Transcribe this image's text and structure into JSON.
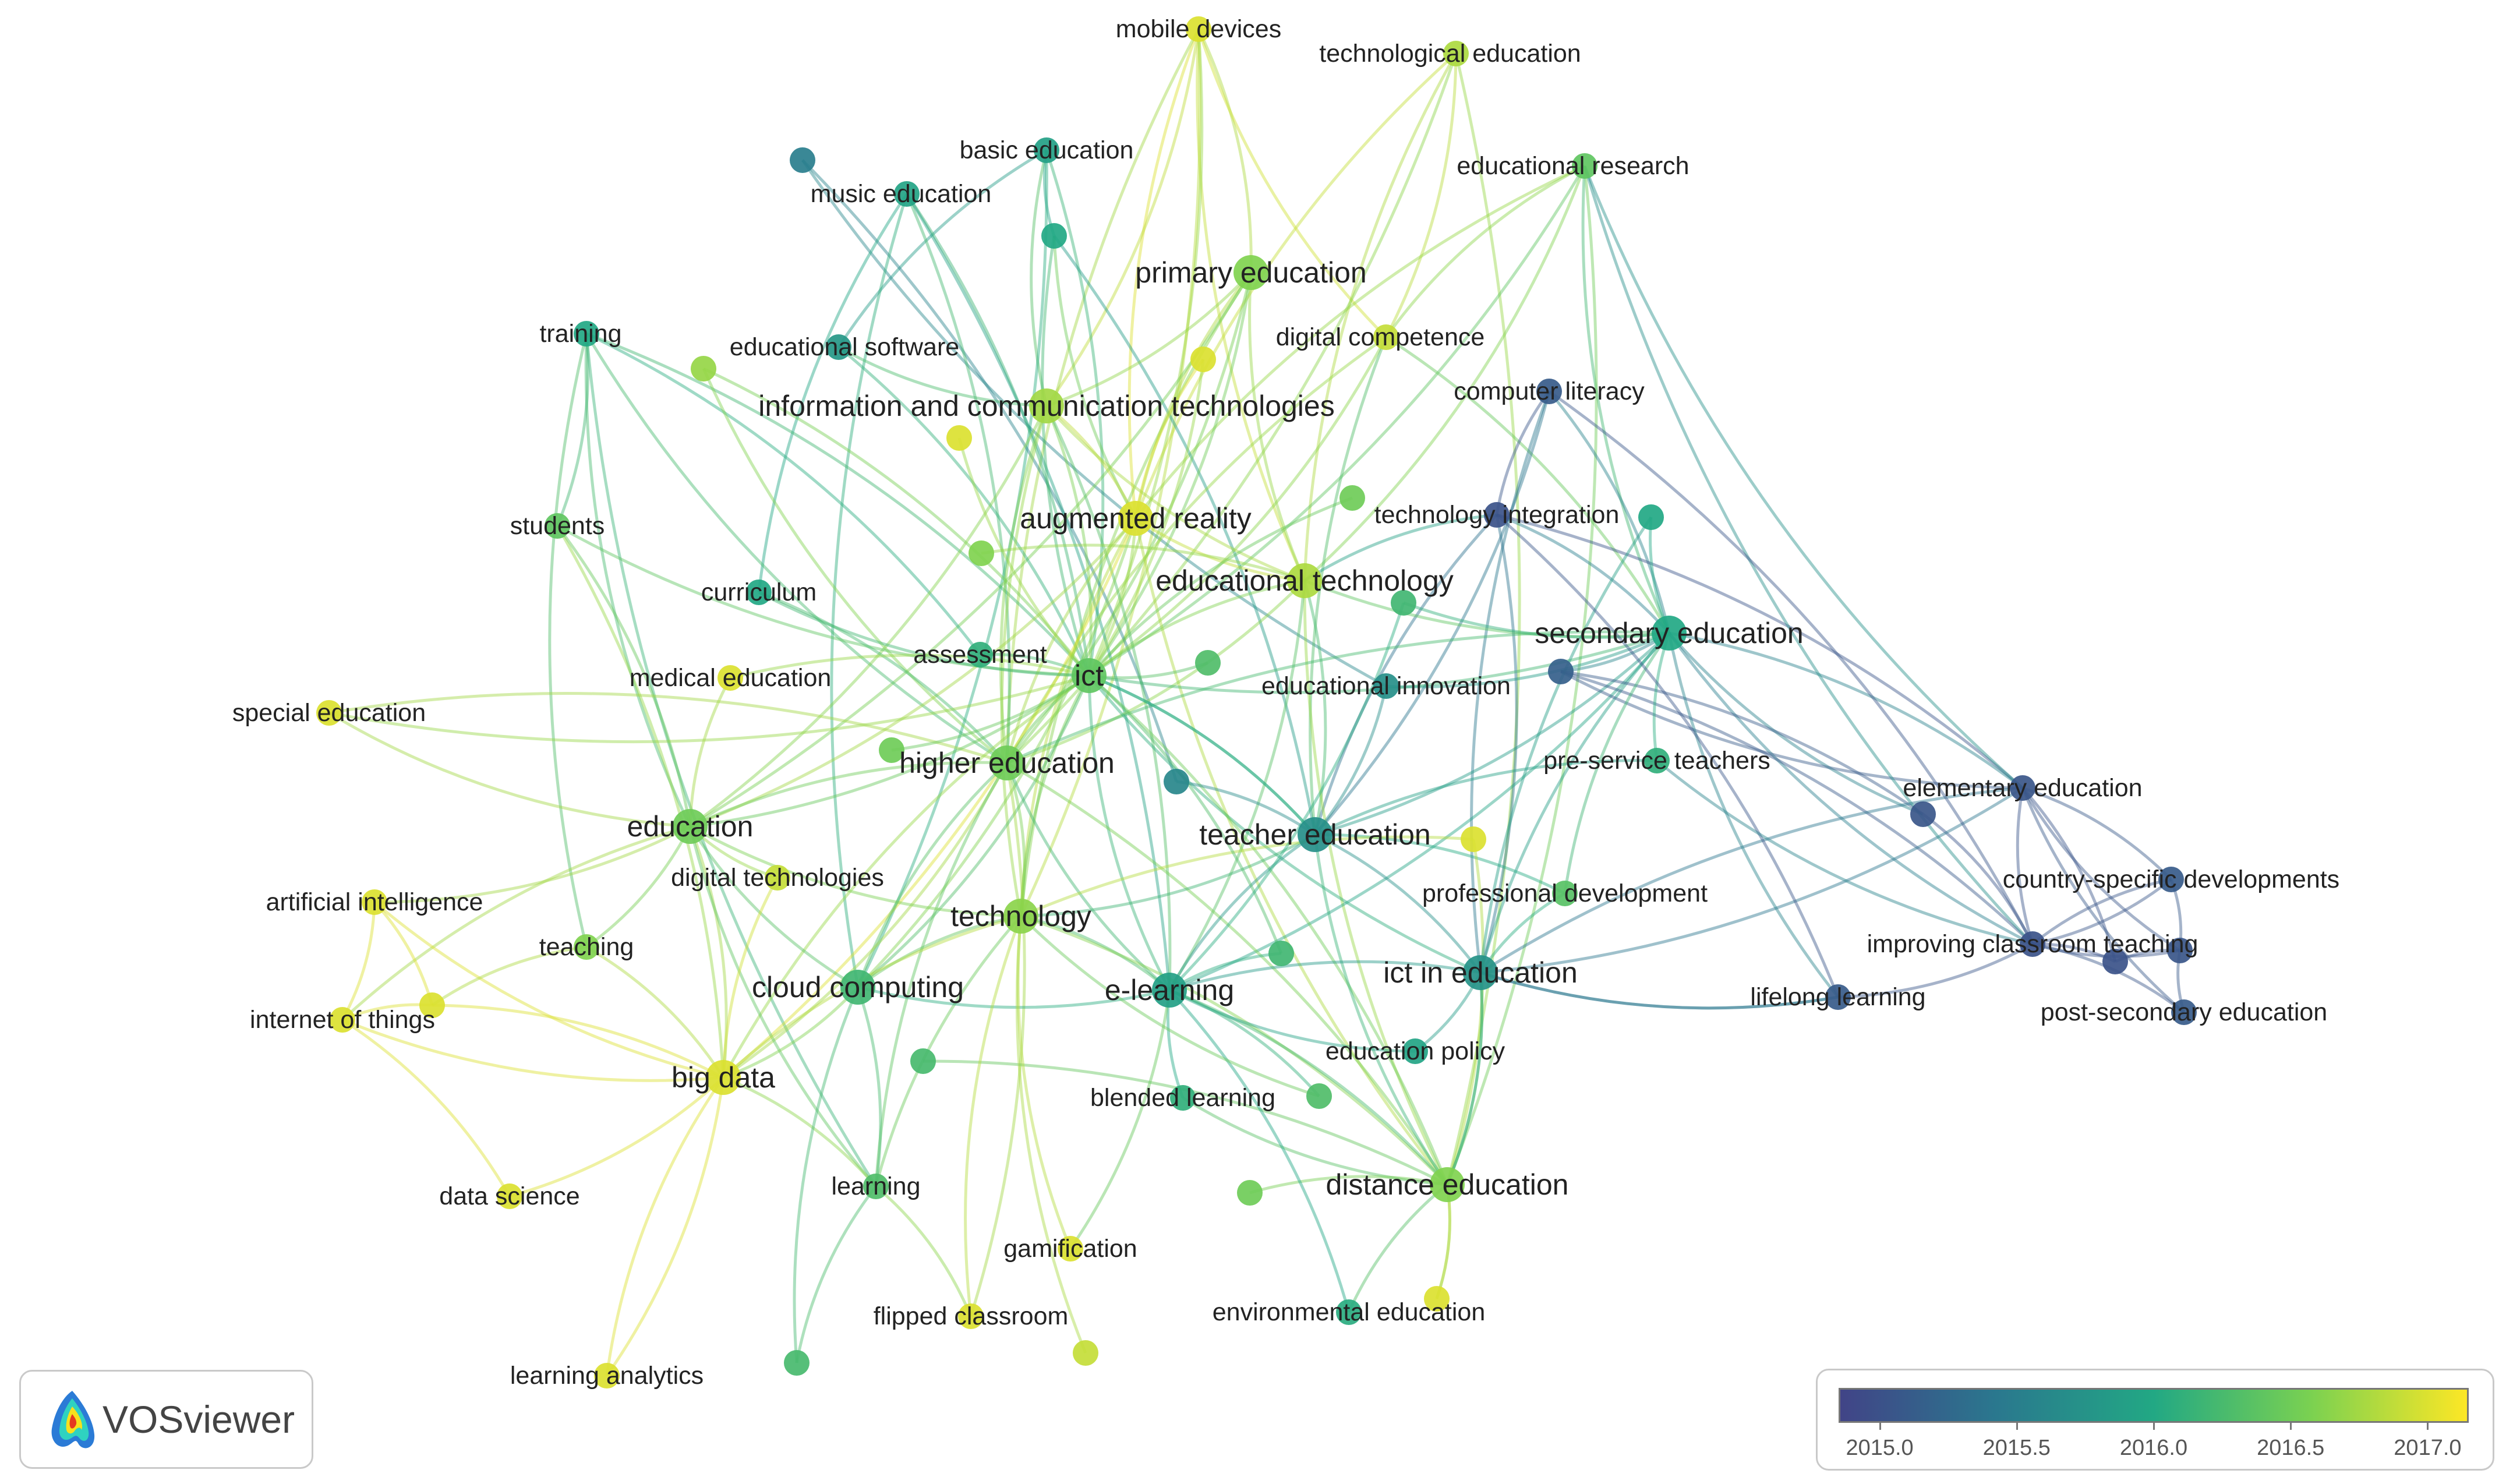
{
  "app": {
    "name": "VOSviewer"
  },
  "colors": {
    "purple": "#6b5fb5",
    "blue": "#3f7fa8",
    "teal": "#2a9d92",
    "green": "#5ec962",
    "lime": "#b5de2b",
    "yellow": "#fde725",
    "label": "#222222"
  },
  "legend": {
    "ticks": [
      "2015.0",
      "2015.5",
      "2016.0",
      "2016.5",
      "2017.0"
    ],
    "min": 2014.85,
    "max": 2017.15
  },
  "nodes": [
    {
      "label": "mobile devices",
      "year": 2017.0,
      "size": "s"
    },
    {
      "label": "technological education",
      "year": 2016.8,
      "size": "s"
    },
    {
      "label": "basic education",
      "year": 2015.9,
      "size": "s"
    },
    {
      "label": "",
      "year": 2015.5,
      "size": "s"
    },
    {
      "label": "music education",
      "year": 2015.95,
      "size": "s"
    },
    {
      "label": "educational research",
      "year": 2016.4,
      "size": "s"
    },
    {
      "label": "",
      "year": 2016.0,
      "size": "s"
    },
    {
      "label": "primary education",
      "year": 2016.6,
      "size": "m"
    },
    {
      "label": "training",
      "year": 2016.0,
      "size": "s"
    },
    {
      "label": "educational software",
      "year": 2015.8,
      "size": "s"
    },
    {
      "label": "",
      "year": 2016.7,
      "size": "s"
    },
    {
      "label": "",
      "year": 2017.0,
      "size": "s"
    },
    {
      "label": "digital competence",
      "year": 2016.9,
      "size": "s"
    },
    {
      "label": "computer literacy",
      "year": 2015.1,
      "size": "s"
    },
    {
      "label": "information and communication technologies",
      "year": 2016.75,
      "size": "m"
    },
    {
      "label": "",
      "year": 2017.0,
      "size": "s"
    },
    {
      "label": "students",
      "year": 2016.4,
      "size": "s"
    },
    {
      "label": "augmented reality",
      "year": 2017.0,
      "size": "m"
    },
    {
      "label": "",
      "year": 2016.5,
      "size": "s"
    },
    {
      "label": "technology integration",
      "year": 2015.0,
      "size": "s"
    },
    {
      "label": "",
      "year": 2016.0,
      "size": "s"
    },
    {
      "label": "",
      "year": 2016.6,
      "size": "s"
    },
    {
      "label": "curriculum",
      "year": 2016.0,
      "size": "s"
    },
    {
      "label": "educational technology",
      "year": 2016.8,
      "size": "m"
    },
    {
      "label": "",
      "year": 2016.2,
      "size": "s"
    },
    {
      "label": "secondary education",
      "year": 2016.0,
      "size": "m"
    },
    {
      "label": "special education",
      "year": 2017.0,
      "size": "s"
    },
    {
      "label": "medical education",
      "year": 2017.0,
      "size": "s"
    },
    {
      "label": "assessment",
      "year": 2016.1,
      "size": "s"
    },
    {
      "label": "ict",
      "year": 2016.4,
      "size": "m"
    },
    {
      "label": "",
      "year": 2016.3,
      "size": "s"
    },
    {
      "label": "educational innovation",
      "year": 2015.7,
      "size": "s"
    },
    {
      "label": "",
      "year": 2015.15,
      "size": "s"
    },
    {
      "label": "pre-service teachers",
      "year": 2016.1,
      "size": "s"
    },
    {
      "label": "higher education",
      "year": 2016.5,
      "size": "m"
    },
    {
      "label": "",
      "year": 2016.5,
      "size": "s"
    },
    {
      "label": "",
      "year": 2015.6,
      "size": "s"
    },
    {
      "label": "elementary education",
      "year": 2015.05,
      "size": "s"
    },
    {
      "label": "",
      "year": 2015.05,
      "size": "s"
    },
    {
      "label": "education",
      "year": 2016.5,
      "size": "m"
    },
    {
      "label": "teacher education",
      "year": 2015.7,
      "size": "m"
    },
    {
      "label": "",
      "year": 2017.0,
      "size": "s"
    },
    {
      "label": "digital technologies",
      "year": 2016.9,
      "size": "s"
    },
    {
      "label": "artificial intelligence",
      "year": 2017.0,
      "size": "s"
    },
    {
      "label": "professional development",
      "year": 2016.35,
      "size": "s"
    },
    {
      "label": "country-specific developments",
      "year": 2015.1,
      "size": "s"
    },
    {
      "label": "technology",
      "year": 2016.65,
      "size": "m"
    },
    {
      "label": "teaching",
      "year": 2016.6,
      "size": "s"
    },
    {
      "label": "improving classroom teaching",
      "year": 2015.0,
      "size": "s"
    },
    {
      "label": "",
      "year": 2015.0,
      "size": "s"
    },
    {
      "label": "",
      "year": 2015.05,
      "size": "s"
    },
    {
      "label": "cloud computing",
      "year": 2016.2,
      "size": "m"
    },
    {
      "label": "e-learning",
      "year": 2015.9,
      "size": "m"
    },
    {
      "label": "",
      "year": 2016.2,
      "size": "s"
    },
    {
      "label": "ict in education",
      "year": 2015.75,
      "size": "m"
    },
    {
      "label": "internet of things",
      "year": 2017.0,
      "size": "s"
    },
    {
      "label": "",
      "year": 2017.0,
      "size": "s"
    },
    {
      "label": "lifelong learning",
      "year": 2015.1,
      "size": "s"
    },
    {
      "label": "post-secondary education",
      "year": 2015.1,
      "size": "s"
    },
    {
      "label": "education policy",
      "year": 2015.95,
      "size": "s"
    },
    {
      "label": "",
      "year": 2016.3,
      "size": "s"
    },
    {
      "label": "big data",
      "year": 2017.0,
      "size": "m"
    },
    {
      "label": "blended learning",
      "year": 2016.1,
      "size": "s"
    },
    {
      "label": "",
      "year": 2016.25,
      "size": "s"
    },
    {
      "label": "distance education",
      "year": 2016.6,
      "size": "m"
    },
    {
      "label": "learning",
      "year": 2016.3,
      "size": "s"
    },
    {
      "label": "",
      "year": 2016.5,
      "size": "s"
    },
    {
      "label": "data science",
      "year": 2017.0,
      "size": "s"
    },
    {
      "label": "gamification",
      "year": 2017.0,
      "size": "s"
    },
    {
      "label": "environmental education",
      "year": 2016.05,
      "size": "s"
    },
    {
      "label": "",
      "year": 2017.0,
      "size": "s"
    },
    {
      "label": "flipped classroom",
      "year": 2017.0,
      "size": "s"
    },
    {
      "label": "",
      "year": 2016.9,
      "size": "s"
    },
    {
      "label": "learning analytics",
      "year": 2017.0,
      "size": "s"
    },
    {
      "label": "",
      "year": 2016.25,
      "size": "s"
    }
  ],
  "links": [
    [
      0,
      7
    ],
    [
      0,
      17
    ],
    [
      0,
      14
    ],
    [
      0,
      23
    ],
    [
      0,
      29
    ],
    [
      0,
      34
    ],
    [
      0,
      46
    ],
    [
      0,
      12
    ],
    [
      1,
      12
    ],
    [
      1,
      17
    ],
    [
      1,
      64
    ],
    [
      1,
      23
    ],
    [
      1,
      34
    ],
    [
      2,
      9
    ],
    [
      2,
      29
    ],
    [
      2,
      14
    ],
    [
      2,
      51
    ],
    [
      2,
      6
    ],
    [
      3,
      36
    ],
    [
      3,
      31
    ],
    [
      4,
      29
    ],
    [
      4,
      22
    ],
    [
      4,
      34
    ],
    [
      4,
      51
    ],
    [
      4,
      52
    ],
    [
      5,
      12
    ],
    [
      5,
      23
    ],
    [
      5,
      25
    ],
    [
      5,
      64
    ],
    [
      5,
      17
    ],
    [
      5,
      29
    ],
    [
      6,
      17
    ],
    [
      6,
      40
    ],
    [
      6,
      29
    ],
    [
      7,
      29
    ],
    [
      7,
      17
    ],
    [
      7,
      34
    ],
    [
      7,
      46
    ],
    [
      7,
      14
    ],
    [
      7,
      23
    ],
    [
      7,
      39
    ],
    [
      8,
      39
    ],
    [
      8,
      29
    ],
    [
      8,
      34
    ],
    [
      8,
      16
    ],
    [
      8,
      47
    ],
    [
      8,
      28
    ],
    [
      8,
      65
    ],
    [
      9,
      29
    ],
    [
      9,
      14
    ],
    [
      10,
      29
    ],
    [
      10,
      34
    ],
    [
      11,
      29
    ],
    [
      11,
      17
    ],
    [
      12,
      29
    ],
    [
      12,
      40
    ],
    [
      12,
      25
    ],
    [
      12,
      34
    ],
    [
      13,
      25
    ],
    [
      13,
      19
    ],
    [
      13,
      40
    ],
    [
      13,
      54
    ],
    [
      14,
      29
    ],
    [
      14,
      34
    ],
    [
      14,
      39
    ],
    [
      14,
      46
    ],
    [
      14,
      17
    ],
    [
      14,
      23
    ],
    [
      14,
      52
    ],
    [
      15,
      29
    ],
    [
      16,
      39
    ],
    [
      16,
      29
    ],
    [
      16,
      61
    ],
    [
      17,
      34
    ],
    [
      17,
      29
    ],
    [
      17,
      23
    ],
    [
      17,
      39
    ],
    [
      17,
      46
    ],
    [
      17,
      51
    ],
    [
      17,
      64
    ],
    [
      17,
      61
    ],
    [
      18,
      29
    ],
    [
      19,
      25
    ],
    [
      19,
      40
    ],
    [
      19,
      37
    ],
    [
      19,
      23
    ],
    [
      19,
      54
    ],
    [
      20,
      25
    ],
    [
      21,
      23
    ],
    [
      22,
      29
    ],
    [
      22,
      34
    ],
    [
      23,
      29
    ],
    [
      23,
      34
    ],
    [
      23,
      25
    ],
    [
      23,
      40
    ],
    [
      23,
      64
    ],
    [
      23,
      52
    ],
    [
      24,
      25
    ],
    [
      25,
      40
    ],
    [
      25,
      54
    ],
    [
      25,
      37
    ],
    [
      25,
      48
    ],
    [
      25,
      32
    ],
    [
      25,
      38
    ],
    [
      25,
      29
    ],
    [
      25,
      34
    ],
    [
      25,
      52
    ],
    [
      26,
      39
    ],
    [
      26,
      34
    ],
    [
      26,
      29
    ],
    [
      27,
      29
    ],
    [
      27,
      39
    ],
    [
      28,
      29
    ],
    [
      29,
      34
    ],
    [
      29,
      39
    ],
    [
      29,
      46
    ],
    [
      29,
      51
    ],
    [
      29,
      52
    ],
    [
      29,
      40
    ],
    [
      29,
      54
    ],
    [
      29,
      64
    ],
    [
      29,
      61
    ],
    [
      31,
      40
    ],
    [
      31,
      25
    ],
    [
      32,
      38
    ],
    [
      32,
      37
    ],
    [
      32,
      48
    ],
    [
      33,
      40
    ],
    [
      33,
      25
    ],
    [
      34,
      39
    ],
    [
      34,
      46
    ],
    [
      34,
      51
    ],
    [
      34,
      61
    ],
    [
      34,
      52
    ],
    [
      34,
      64
    ],
    [
      34,
      65
    ],
    [
      34,
      71
    ],
    [
      35,
      29
    ],
    [
      36,
      40
    ],
    [
      37,
      48
    ],
    [
      37,
      45
    ],
    [
      37,
      50
    ],
    [
      37,
      49
    ],
    [
      37,
      58
    ],
    [
      37,
      5
    ],
    [
      37,
      54
    ],
    [
      38,
      48
    ],
    [
      39,
      46
    ],
    [
      39,
      61
    ],
    [
      39,
      51
    ],
    [
      39,
      47
    ],
    [
      39,
      55
    ],
    [
      39,
      43
    ],
    [
      39,
      65
    ],
    [
      40,
      54
    ],
    [
      40,
      52
    ],
    [
      40,
      44
    ],
    [
      40,
      64
    ],
    [
      40,
      46
    ],
    [
      40,
      29
    ],
    [
      41,
      64
    ],
    [
      41,
      46
    ],
    [
      42,
      39
    ],
    [
      42,
      61
    ],
    [
      43,
      55
    ],
    [
      43,
      61
    ],
    [
      43,
      56
    ],
    [
      45,
      48
    ],
    [
      45,
      50
    ],
    [
      46,
      51
    ],
    [
      46,
      52
    ],
    [
      46,
      61
    ],
    [
      46,
      64
    ],
    [
      46,
      65
    ],
    [
      47,
      61
    ],
    [
      47,
      56
    ],
    [
      48,
      49
    ],
    [
      48,
      50
    ],
    [
      48,
      58
    ],
    [
      48,
      45
    ],
    [
      49,
      50
    ],
    [
      50,
      58
    ],
    [
      51,
      61
    ],
    [
      51,
      52
    ],
    [
      51,
      65
    ],
    [
      52,
      62
    ],
    [
      52,
      64
    ],
    [
      52,
      59
    ],
    [
      52,
      54
    ],
    [
      53,
      52
    ],
    [
      54,
      59
    ],
    [
      54,
      57
    ],
    [
      54,
      64
    ],
    [
      54,
      37
    ],
    [
      55,
      56
    ],
    [
      55,
      61
    ],
    [
      56,
      61
    ],
    [
      57,
      48
    ],
    [
      57,
      25
    ],
    [
      60,
      52
    ],
    [
      61,
      67
    ],
    [
      61,
      73
    ],
    [
      61,
      65
    ],
    [
      62,
      64
    ],
    [
      63,
      64
    ],
    [
      64,
      69
    ],
    [
      64,
      70
    ],
    [
      64,
      54
    ],
    [
      65,
      71
    ],
    [
      65,
      74
    ],
    [
      66,
      64
    ],
    [
      67,
      55
    ],
    [
      68,
      46
    ],
    [
      70,
      64
    ],
    [
      72,
      46
    ],
    [
      73,
      61
    ],
    [
      74,
      51
    ],
    [
      69,
      52
    ],
    [
      71,
      46
    ],
    [
      68,
      52
    ],
    [
      44,
      25
    ],
    [
      44,
      54
    ],
    [
      30,
      29
    ],
    [
      53,
      29
    ],
    [
      60,
      46
    ],
    [
      20,
      54
    ],
    [
      24,
      52
    ],
    [
      57,
      19
    ],
    [
      57,
      54
    ],
    [
      5,
      48
    ],
    [
      13,
      48
    ],
    [
      33,
      48
    ]
  ]
}
